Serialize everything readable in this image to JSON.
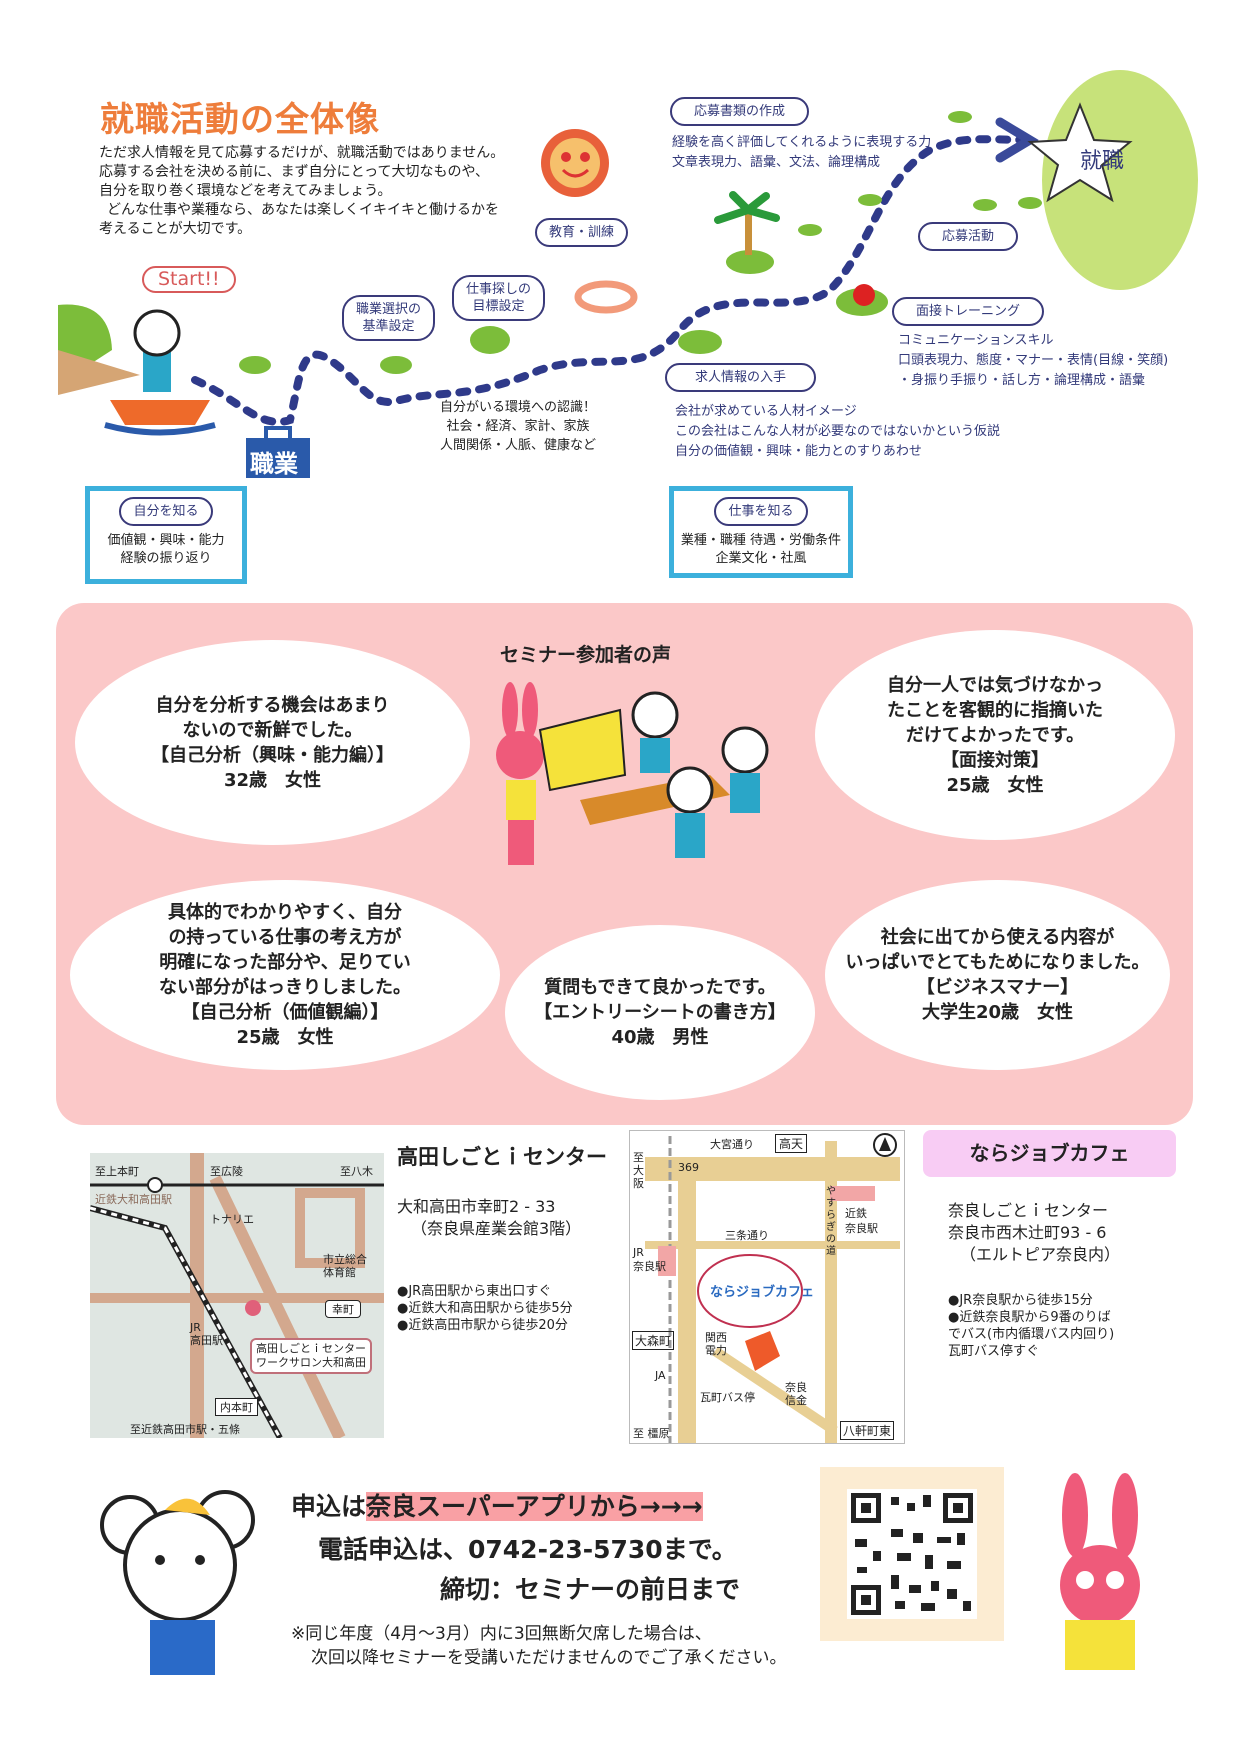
{
  "title": "就職活動の全体像",
  "intro": [
    "ただ求人情報を見て応募するだけが、就職活動ではありません。",
    "応募する会社を決める前に、まず自分にとって大切なものや、",
    "自分を取り巻く環境などを考えてみましょう。",
    "どんな仕事や業種なら、あなたは楽しくイキイキと働けるかを",
    "考えることが大切です。"
  ],
  "roadmap": {
    "start": "Start!!",
    "shokugyo": "職業",
    "goal": "就職",
    "steps": {
      "education": "教育・訓練",
      "criteria": [
        "職業選択の",
        "基準設定"
      ],
      "target": [
        "仕事探しの",
        "目標設定"
      ],
      "documents": "応募書類の作成",
      "application": "応募活動",
      "interview": "面接トレーニング",
      "job_info": "求人情報の入手"
    },
    "notes": {
      "environment": [
        "自分がいる環境への認識！",
        "社会・経済、家計、家族",
        "人間関係・人脈、健康など"
      ],
      "documents": [
        "経験を高く評価してくれるように表現する力",
        "文章表現力、語彙、文法、論理構成"
      ],
      "interview": [
        "コミュニケーションスキル",
        "口頭表現力、態度・マナー・表情(目線・笑顔)",
        "・身振り手振り・話し方・論理構成・語彙"
      ],
      "job_info": [
        "会社が求めている人材イメージ",
        "この会社はこんな人材が必要なのではないかという仮説",
        "自分の価値観・興味・能力とのすりあわせ"
      ]
    },
    "know_self": {
      "label": "自分を知る",
      "lines": [
        "価値観・興味・能力",
        "経験の振り返り"
      ]
    },
    "know_job": {
      "label": "仕事を知る",
      "lines": [
        "業種・職種 待遇・労働条件",
        "企業文化・社風"
      ]
    }
  },
  "voices": {
    "title": "セミナー参加者の声",
    "items": [
      {
        "lines": [
          "自分を分析する機会はあまり",
          "ないので新鮮でした。",
          "【自己分析（興味・能力編）】",
          "32歳　女性"
        ]
      },
      {
        "lines": [
          "自分一人では気づけなかっ",
          "たことを客観的に指摘いた",
          "だけてよかったです。",
          "【面接対策】",
          "25歳　女性"
        ]
      },
      {
        "lines": [
          "具体的でわかりやすく、自分",
          "の持っている仕事の考え方が",
          "明確になった部分や、足りてい",
          "ない部分がはっきりしました。",
          "【自己分析（価値観編）】",
          "25歳　女性"
        ]
      },
      {
        "lines": [
          "質問もできて良かったです。",
          "【エントリーシートの書き方】",
          "40歳　男性"
        ]
      },
      {
        "lines": [
          "社会に出てから使える内容が",
          "いっぱいでとてもためになりました。",
          "【ビジネスマナー】",
          "大学生20歳　女性"
        ]
      }
    ]
  },
  "takada": {
    "name": "高田しごとｉセンター",
    "address": [
      "大和高田市幸町2 - 33",
      "（奈良県産業会館3階）"
    ],
    "access": [
      "●JR高田駅から東出口すぐ",
      "●近鉄大和高田駅から徒歩5分",
      "●近鉄高田市駅から徒歩20分"
    ],
    "map": {
      "to_uehonmachi": "至上本町",
      "to_koryo": "至広陵",
      "to_yagi": "至八木",
      "kintetsu_station": "近鉄大和高田駅",
      "tonarie": "トナリエ",
      "gym": [
        "市立総合",
        "体育館"
      ],
      "saiwaicho": "幸町",
      "jr": [
        "JR",
        "高田駅"
      ],
      "callout": [
        "高田しごとｉセンター",
        "ワークサロン大和高田"
      ],
      "uchihonmachi": "内本町",
      "to_takadashi": "至近鉄高田市駅・五條"
    }
  },
  "nara": {
    "name": "ならジョブカフェ",
    "address": [
      "奈良しごとｉセンター",
      "奈良市西木辻町93 - 6",
      "（エルトピア奈良内）"
    ],
    "access": [
      "●JR奈良駅から徒歩15分",
      "●近鉄奈良駅から9番のりば",
      "でバス(市内循環バス内回り)",
      "瓦町バス停すぐ"
    ],
    "map": {
      "omiya": "大宮通り",
      "takaten": "高天",
      "r369": "369",
      "to_osaka": "至大阪",
      "yasuragi": "やすらぎの道",
      "kintetsu": [
        "近鉄",
        "奈良駅"
      ],
      "sanjo": "三条通り",
      "jr": [
        "JR",
        "奈良駅"
      ],
      "logo": "ならジョブカフェ",
      "omoricho": "大森町",
      "kansai": [
        "関西",
        "電力"
      ],
      "ja": "JA",
      "busstop": "瓦町バス停",
      "shinkin": [
        "奈良",
        "信金"
      ],
      "to_kashihara": "至 橿原",
      "hakkencho": "八軒町東"
    }
  },
  "apply": {
    "prefix": "申込は",
    "highlight": "奈良スーパーアプリから→→→",
    "phone": "電話申込は、0742-23-5730まで。",
    "deadline": "締切：セミナーの前日まで",
    "warning": [
      "※同じ年度（4月～3月）内に3回無断欠席した場合は、",
      "次回以降セミナーを受講いただけませんのでご了承ください。"
    ]
  },
  "colors": {
    "title": "#ee7d3b",
    "navy": "#333a7a",
    "pink_bg": "#fbc8c8",
    "cyan": "#3cb0dc",
    "highlight": "#f9a0a4",
    "cafe": "#f8ccf4"
  }
}
